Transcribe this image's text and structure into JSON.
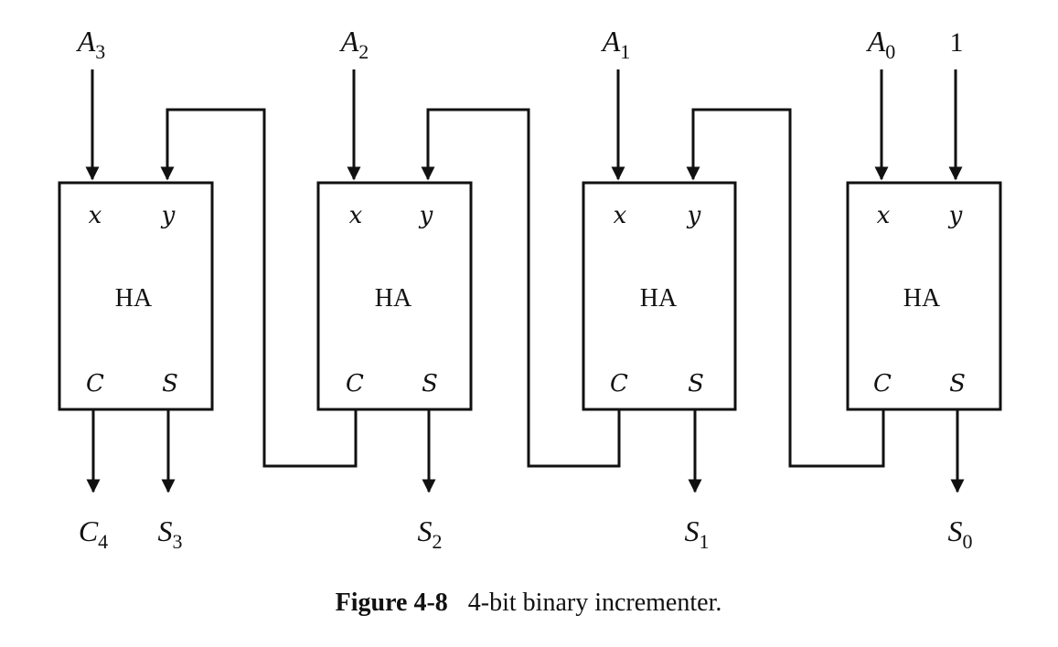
{
  "diagram": {
    "inputs": [
      {
        "base": "A",
        "sub": "3"
      },
      {
        "base": "A",
        "sub": "2"
      },
      {
        "base": "A",
        "sub": "1"
      },
      {
        "base": "A",
        "sub": "0"
      }
    ],
    "constant_input": "1",
    "block_label": "HA",
    "port_x": "x",
    "port_y": "y",
    "port_c": "C",
    "port_s": "S",
    "outputs": {
      "carry": {
        "base": "C",
        "sub": "4"
      },
      "sums": [
        {
          "base": "S",
          "sub": "3"
        },
        {
          "base": "S",
          "sub": "2"
        },
        {
          "base": "S",
          "sub": "1"
        },
        {
          "base": "S",
          "sub": "0"
        }
      ]
    }
  },
  "caption": {
    "label": "Figure 4-8",
    "text": "4-bit binary incrementer."
  }
}
